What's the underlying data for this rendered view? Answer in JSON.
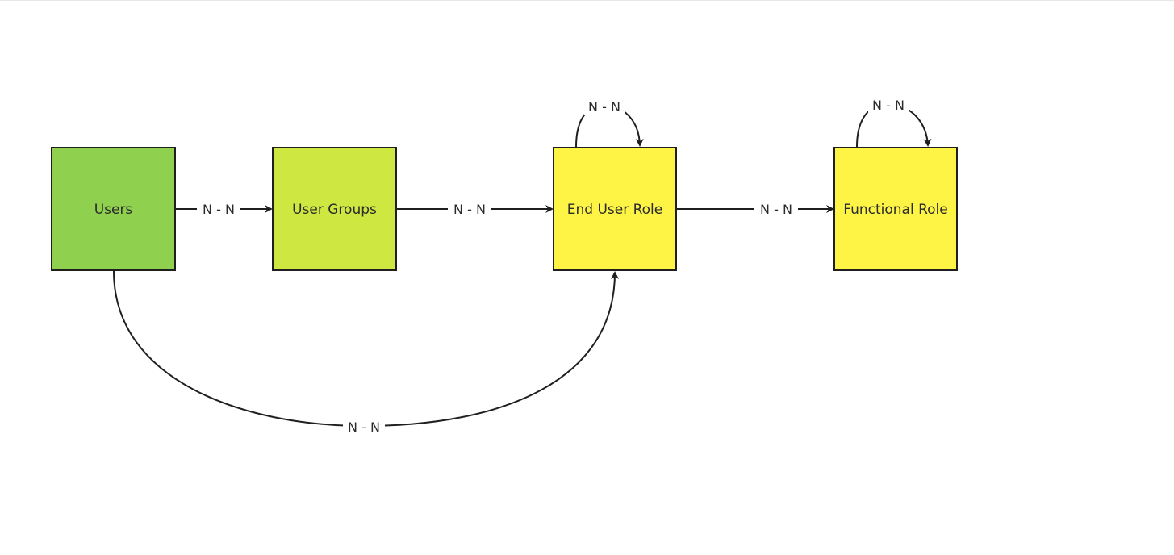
{
  "nodes": [
    {
      "id": "users",
      "label": "Users",
      "color": "#8fd14f"
    },
    {
      "id": "user_groups",
      "label": "User Groups",
      "color": "#cee741"
    },
    {
      "id": "end_user_role",
      "label": "End User Role",
      "color": "#fef445"
    },
    {
      "id": "functional_role",
      "label": "Functional Role",
      "color": "#fef445"
    }
  ],
  "edges": [
    {
      "from": "users",
      "to": "user_groups",
      "label": "N - N"
    },
    {
      "from": "user_groups",
      "to": "end_user_role",
      "label": "N - N"
    },
    {
      "from": "end_user_role",
      "to": "functional_role",
      "label": "N - N"
    },
    {
      "from": "end_user_role",
      "to": "end_user_role",
      "label": "N - N"
    },
    {
      "from": "functional_role",
      "to": "functional_role",
      "label": "N - N"
    },
    {
      "from": "users",
      "to": "end_user_role",
      "label": "N - N"
    }
  ]
}
